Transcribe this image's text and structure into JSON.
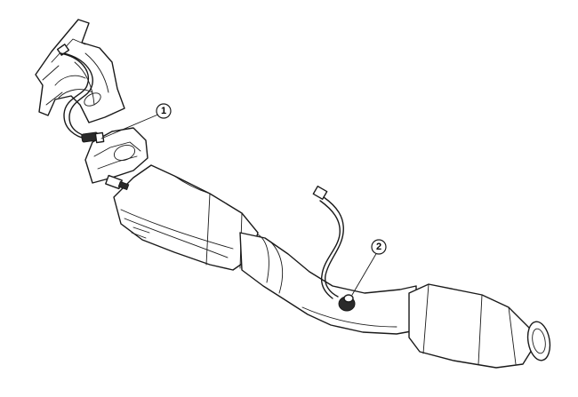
{
  "callouts": [
    {
      "label": "1",
      "target": "upstream-oxygen-sensor"
    },
    {
      "label": "2",
      "target": "downstream-oxygen-sensor"
    }
  ]
}
